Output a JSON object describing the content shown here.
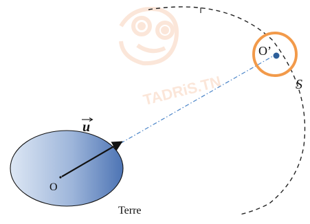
{
  "labels": {
    "earth_center": "O",
    "earth_name": "Terre",
    "satellite_center": "O’",
    "trajectory": "S",
    "unit_vector": "u"
  },
  "watermark": {
    "text": "TADRiS.TN",
    "color": "#f3b38a"
  },
  "colors": {
    "earth_light": "#dde7f4",
    "earth_dark": "#4d74b4",
    "satellite_ring": "#f29a4a",
    "satellite_dot": "#2d5f9a",
    "line_of_centers": "#4a84c8",
    "trajectory": "#222222",
    "vector": "#111111"
  },
  "icons": {
    "watermark": "tadris-mascot-logo"
  }
}
